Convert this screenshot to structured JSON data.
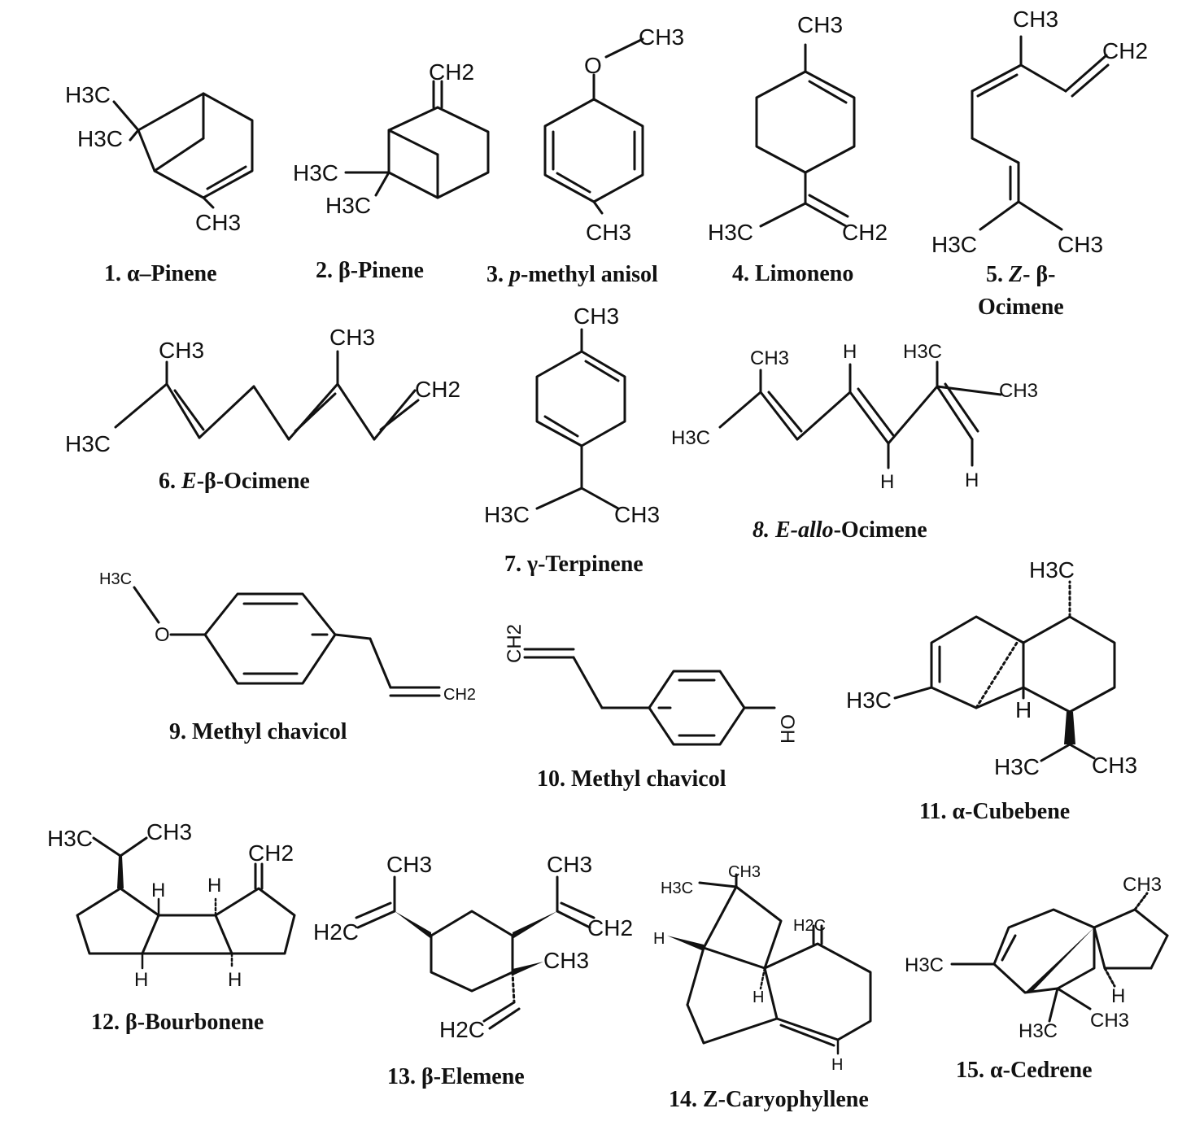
{
  "compounds": [
    {
      "id": 1,
      "caption": "1.  α–Pinene",
      "atoms": [
        "H3C",
        "H3C",
        "CH3"
      ]
    },
    {
      "id": 2,
      "caption": "2. β-Pinene",
      "atoms": [
        "CH2",
        "H3C",
        "H3C"
      ]
    },
    {
      "id": 3,
      "caption_num": "3. ",
      "caption_it": "p",
      "caption_rest": "-methyl anisol",
      "atoms": [
        "O",
        "CH3",
        "CH3"
      ]
    },
    {
      "id": 4,
      "caption": "4. Limoneno",
      "atoms": [
        "CH3",
        "H3C",
        "CH2"
      ]
    },
    {
      "id": 5,
      "caption_num": "5. ",
      "caption_it": "Z",
      "caption_rest": "- β-",
      "caption_line2": "Ocimene",
      "atoms": [
        "CH3",
        "CH2",
        "H3C",
        "CH3"
      ]
    },
    {
      "id": 6,
      "caption_num": "6. ",
      "caption_it": "E",
      "caption_rest": "-β-Ocimene",
      "atoms": [
        "CH3",
        "CH3",
        "CH2",
        "H3C"
      ]
    },
    {
      "id": 7,
      "caption": "7. γ-Terpinene",
      "atoms": [
        "CH3",
        "H3C",
        "CH3"
      ]
    },
    {
      "id": 8,
      "caption_num": "8. ",
      "caption_it": "E-allo",
      "caption_rest": "-Ocimene",
      "atoms": [
        "CH3",
        "H",
        "H3C",
        "CH3",
        "H3C",
        "H",
        "H"
      ]
    },
    {
      "id": 9,
      "caption": "9. Methyl chavicol",
      "atoms": [
        "H3C",
        "O",
        "CH2"
      ]
    },
    {
      "id": 10,
      "caption": "10. Methyl chavicol",
      "atoms": [
        "CH2",
        "OH"
      ]
    },
    {
      "id": 11,
      "caption": "11. α-Cubebene",
      "atoms": [
        "H3C",
        "H3C",
        "H",
        "H3C",
        "CH3"
      ]
    },
    {
      "id": 12,
      "caption": "12. β-Bourbonene",
      "atoms": [
        "H3C",
        "CH3",
        "CH2",
        "H",
        "H",
        "H",
        "H"
      ]
    },
    {
      "id": 13,
      "caption": "13. β-Elemene",
      "atoms": [
        "CH3",
        "CH3",
        "H2C",
        "CH2",
        "CH3",
        "H2C"
      ]
    },
    {
      "id": 14,
      "caption": "14. Z-Caryophyllene",
      "atoms": [
        "H3C",
        "CH3",
        "H2C",
        "H",
        "H",
        "H"
      ]
    },
    {
      "id": 15,
      "caption": "15. α-Cedrene",
      "atoms": [
        "CH3",
        "H3C",
        "H",
        "H3C",
        "CH3"
      ]
    }
  ]
}
